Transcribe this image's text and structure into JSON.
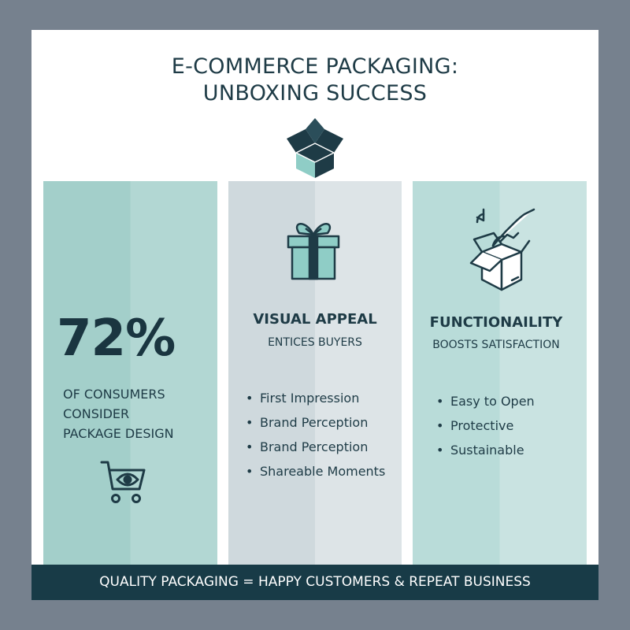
{
  "header": {
    "title_line1": "E-COMMERCE PACKAGING:",
    "title_line2": "UNBOXING SUCCESS",
    "icon": "open-box-icon"
  },
  "columns": [
    {
      "stat": "72%",
      "text_lines": [
        "OF CONSUMERS",
        "CONSIDER",
        "PACKAGE DESIGN"
      ],
      "icon": "shopping-cart-eye-icon",
      "color": "#a3cfca"
    },
    {
      "title": "VISUAL APPEAL",
      "subtitle": "ENTICES BUYERS",
      "icon": "gift-box-icon",
      "bullets": [
        "First Impression",
        "Brand Perception",
        "Brand Perception",
        "Shareable Moments"
      ],
      "color": "#cfd9dd"
    },
    {
      "title": "FUNCTIONAILITY",
      "subtitle": "BOOSTS SATISFACTION",
      "icon": "hand-opening-box-icon",
      "bullets": [
        "Easy to Open",
        "Protective",
        "Sustainable"
      ],
      "color": "#b9dcd9"
    }
  ],
  "footer": {
    "banner": "QUALITY PACKAGING = HAPPY CUSTOMERS & REPEAT BUSINESS",
    "color": "#183b47"
  }
}
